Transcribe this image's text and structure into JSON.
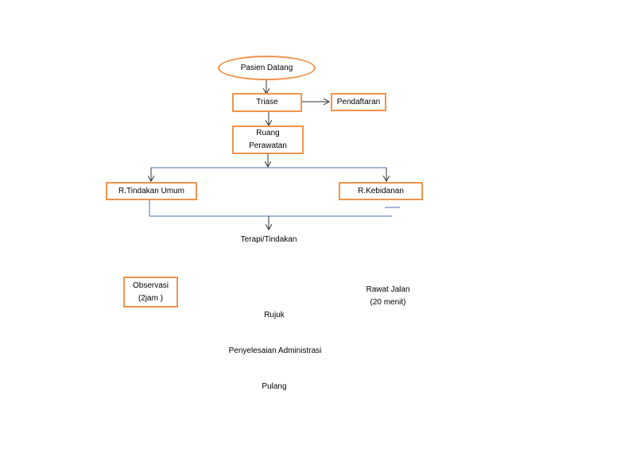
{
  "colors": {
    "node_border": "#f0934a",
    "connector": "#4a6fb0",
    "arrow": "#333333"
  },
  "nodes": {
    "start": "Pasien Datang",
    "triase": "Triase",
    "pendaftaran": "Pendaftaran",
    "ruang_line1": "Ruang",
    "ruang_line2": "Perawatan",
    "tindakan_umum": "R.Tindakan Umum",
    "kebidanan": "R.Kebidanan",
    "terapi": "Terapi/Tindakan",
    "observasi_line1": "Observasi",
    "observasi_line2": "(2jam )",
    "rawat_jalan_line1": "Rawat Jalan",
    "rawat_jalan_line2": "(20 menit)",
    "rujuk": "Rujuk",
    "administrasi": "Penyelesaian Administrasi",
    "pulang": "Pulang"
  }
}
